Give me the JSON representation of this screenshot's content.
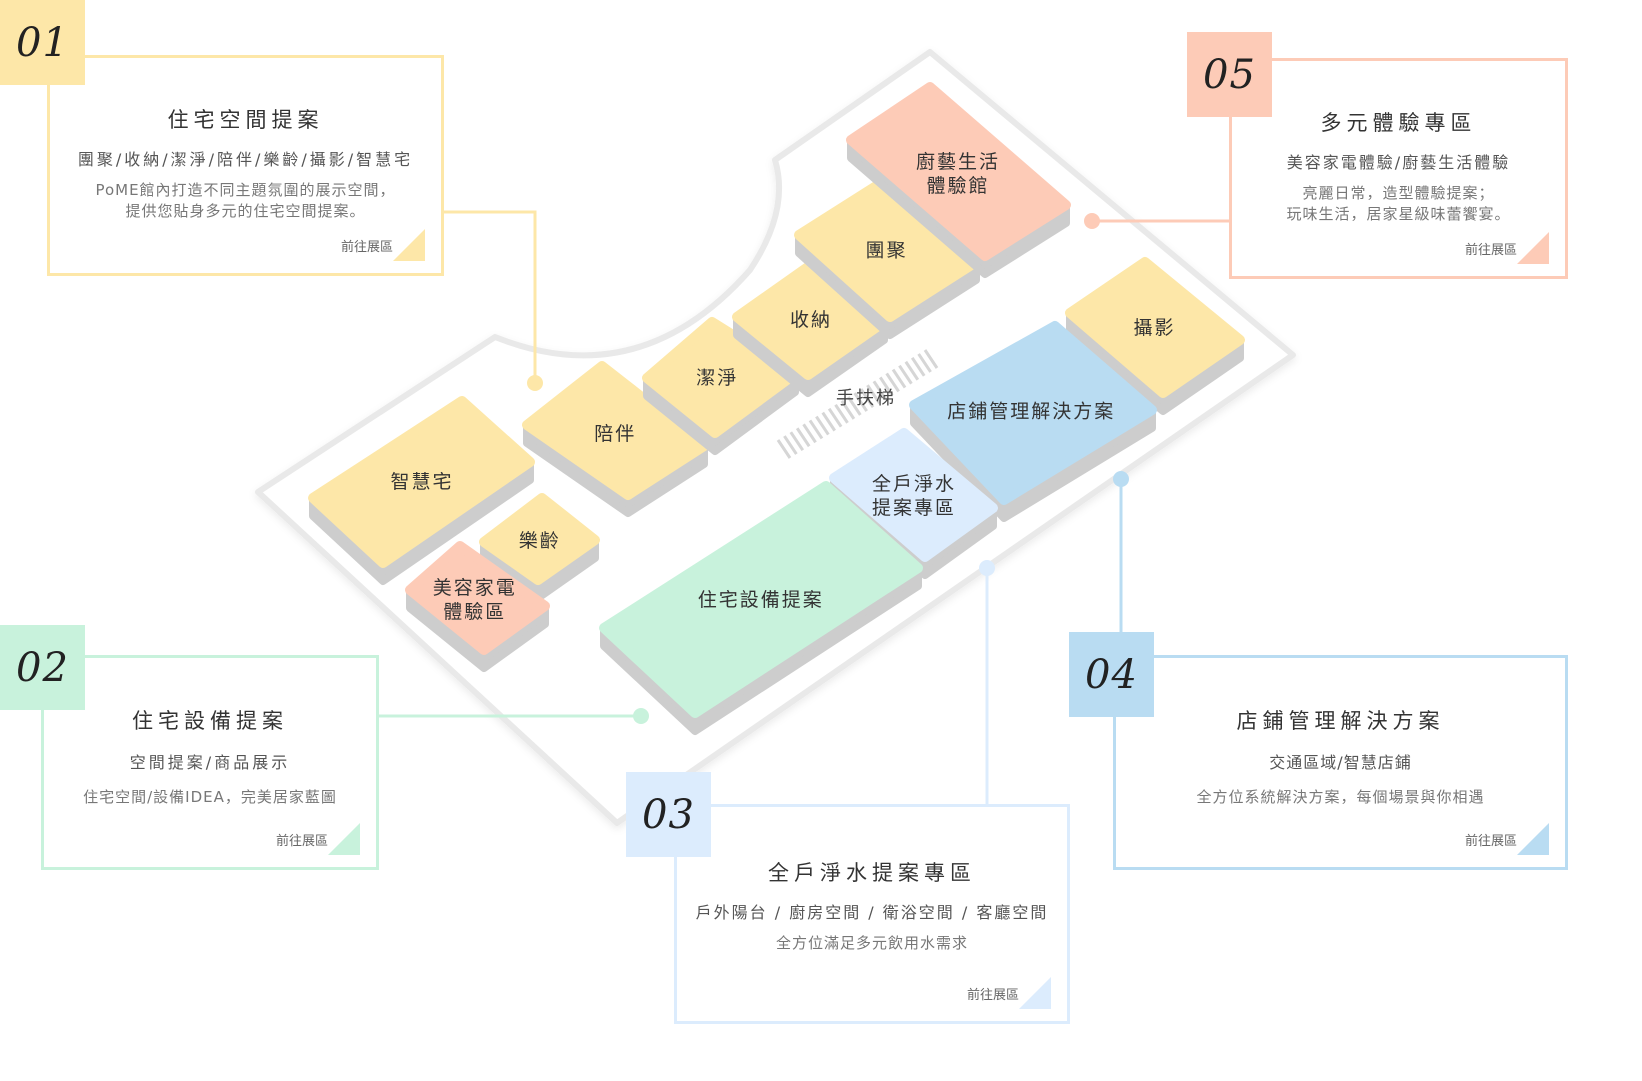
{
  "colors": {
    "yellow": "#fde7a8",
    "peach": "#fdcbb7",
    "green": "#c8f2dc",
    "lightblue": "#dcecfd",
    "blue": "#b9dcf2",
    "side": "#cdcdcd",
    "floor": "#e9e9e9"
  },
  "map": {
    "zones": [
      {
        "label": "智慧宅"
      },
      {
        "label": "陪伴"
      },
      {
        "label": "潔淨"
      },
      {
        "label": "收納"
      },
      {
        "label": "團聚"
      },
      {
        "label": "廚藝生活",
        "label2": "體驗館"
      },
      {
        "label": "攝影"
      },
      {
        "label": "店鋪管理解決方案"
      },
      {
        "label": "全戶淨水",
        "label2": "提案專區"
      },
      {
        "label": "住宅設備提案"
      },
      {
        "label": "樂齡"
      },
      {
        "label": "美容家電",
        "label2": "體驗區"
      }
    ],
    "escalator": "手扶梯"
  },
  "sections": [
    {
      "number": "01",
      "title": "住宅空間提案",
      "sub": "團聚/收納/潔淨/陪伴/樂齡/攝影/智慧宅",
      "desc1": "PoME館內打造不同主題氛圍的展示空間，",
      "desc2": "提供您貼身多元的住宅空間提案。",
      "link": "前往展區"
    },
    {
      "number": "02",
      "title": "住宅設備提案",
      "sub": "空間提案/商品展示",
      "desc1": "住宅空間/設備IDEA，完美居家藍圖",
      "link": "前往展區"
    },
    {
      "number": "03",
      "title": "全戶淨水提案專區",
      "sub": "戶外陽台 / 廚房空間 / 衛浴空間 / 客廳空間",
      "desc1": "全方位滿足多元飲用水需求",
      "link": "前往展區"
    },
    {
      "number": "04",
      "title": "店鋪管理解決方案",
      "sub": "交通區域/智慧店鋪",
      "desc1": "全方位系統解決方案，每個場景與你相遇",
      "link": "前往展區"
    },
    {
      "number": "05",
      "title": "多元體驗專區",
      "sub": "美容家電體驗/廚藝生活體驗",
      "desc1": "亮麗日常，造型體驗提案；",
      "desc2": "玩味生活，居家星級味蕾饗宴。",
      "link": "前往展區"
    }
  ]
}
